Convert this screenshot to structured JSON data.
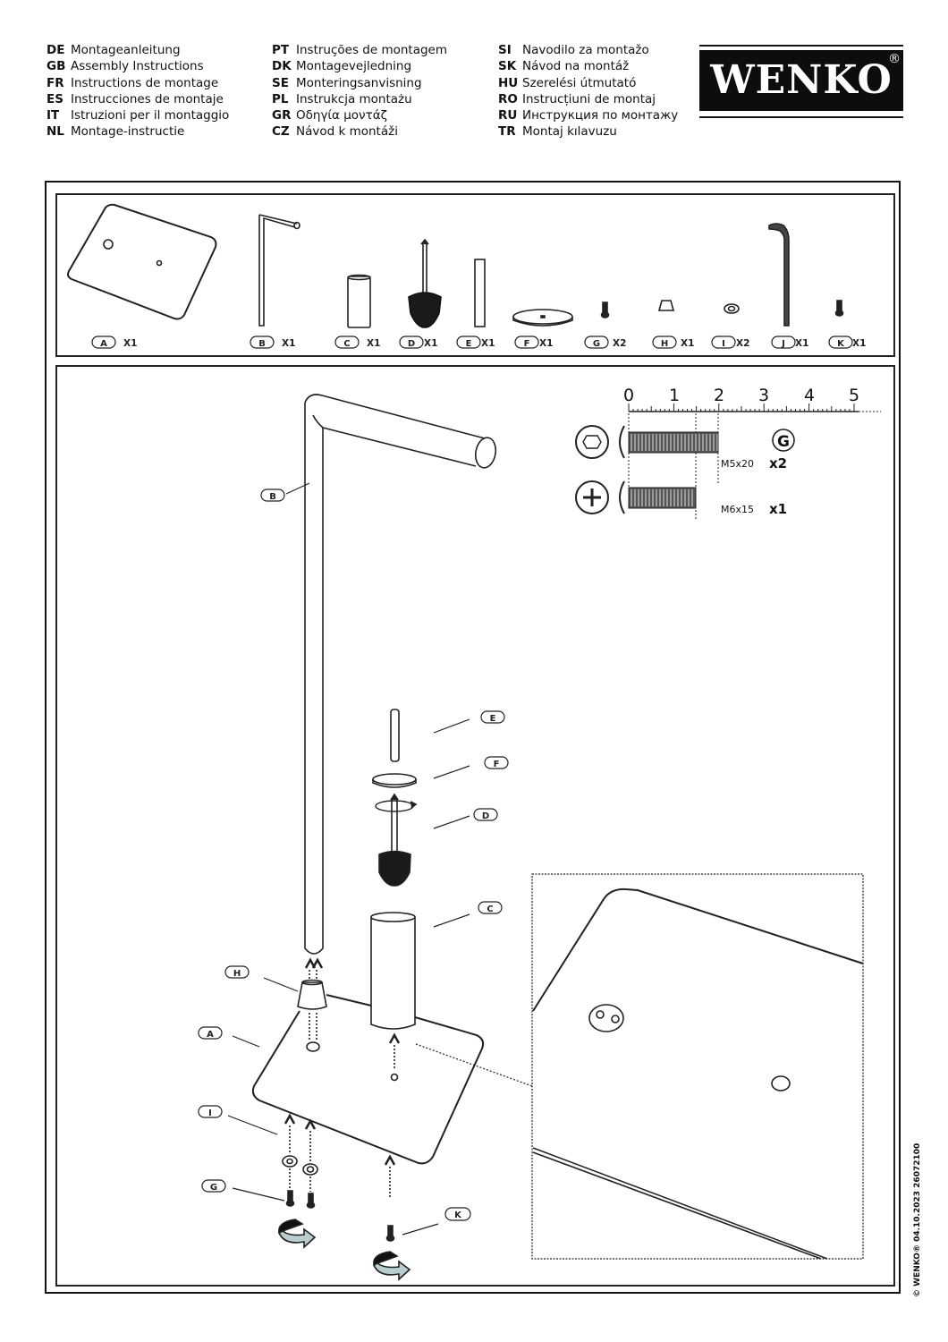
{
  "languages": {
    "col1": [
      {
        "code": "DE",
        "text": "Montageanleitung"
      },
      {
        "code": "GB",
        "text": "Assembly Instructions"
      },
      {
        "code": "FR",
        "text": "Instructions de montage"
      },
      {
        "code": "ES",
        "text": "Instrucciones de montaje"
      },
      {
        "code": "IT",
        "text": "Istruzioni per il montaggio"
      },
      {
        "code": "NL",
        "text": "Montage-instructie"
      }
    ],
    "col2": [
      {
        "code": "PT",
        "text": "Instruções de montagem"
      },
      {
        "code": "DK",
        "text": "Montagevejledning"
      },
      {
        "code": "SE",
        "text": "Monteringsanvisning"
      },
      {
        "code": "PL",
        "text": "Instrukcja montażu"
      },
      {
        "code": "GR",
        "text": "Οδηγία μοντάζ"
      },
      {
        "code": "CZ",
        "text": "Návod k montáži"
      }
    ],
    "col3": [
      {
        "code": "SI",
        "text": "Navodilo za montažo"
      },
      {
        "code": "SK",
        "text": "Návod na montáž"
      },
      {
        "code": "HU",
        "text": "Szerelési útmutató"
      },
      {
        "code": "RO",
        "text": "Instrucțiuni de montaj"
      },
      {
        "code": "RU",
        "text": "Инструкция по монтажу"
      },
      {
        "code": "TR",
        "text": "Montaj kılavuzu"
      }
    ]
  },
  "logo": {
    "text": "WENKO",
    "registered": "®"
  },
  "parts": [
    {
      "letter": "A",
      "qty": "X1"
    },
    {
      "letter": "B",
      "qty": "X1"
    },
    {
      "letter": "C",
      "qty": "X1"
    },
    {
      "letter": "D",
      "qty": "X1"
    },
    {
      "letter": "E",
      "qty": "X1"
    },
    {
      "letter": "F",
      "qty": "X1"
    },
    {
      "letter": "G",
      "qty": "X2"
    },
    {
      "letter": "H",
      "qty": "X1"
    },
    {
      "letter": "I",
      "qty": "X2"
    },
    {
      "letter": "J",
      "qty": "X1"
    },
    {
      "letter": "K",
      "qty": "X1"
    }
  ],
  "ruler": {
    "ticks": [
      "0",
      "1",
      "2",
      "3",
      "4",
      "5"
    ]
  },
  "screws": [
    {
      "head": "hex",
      "size": "M5x20",
      "qty": "x2",
      "part": "G"
    },
    {
      "head": "phillips",
      "size": "M6x15",
      "qty": "x1",
      "part": ""
    }
  ],
  "assembly_labels": {
    "A": "A",
    "B": "B",
    "C": "C",
    "D": "D",
    "E": "E",
    "F": "F",
    "G": "G",
    "H": "H",
    "I": "I",
    "K": "K"
  },
  "footer": "© WENKO® 04.10.2023  26072100"
}
